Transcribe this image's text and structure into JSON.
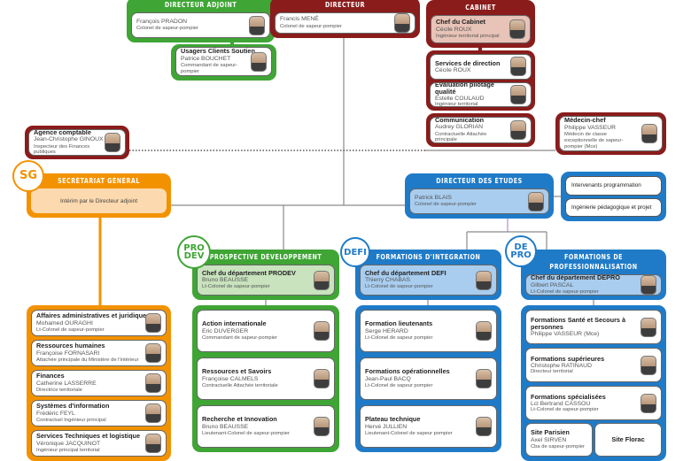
{
  "directeur_adjoint": {
    "header": "DIRECTEUR ADJOINT",
    "card": {
      "name": "François PRADON",
      "role": "Colonel de sapeur-pompier"
    }
  },
  "directeur": {
    "header": "DIRECTEUR",
    "card": {
      "name": "Francis MENÉ",
      "role": "Colonel de sapeur-pompier"
    }
  },
  "usagers": {
    "card": {
      "title": "Usagers Clients Soutien",
      "name": "Patrice BOUCHET",
      "role": "Commandant de sapeur-pompier"
    }
  },
  "cabinet": {
    "header": "CABINET",
    "card": {
      "title": "Chef du Cabinet",
      "name": "Cécile ROUX",
      "role": "Ingénieur territorial principal"
    }
  },
  "direction_services": {
    "cards": [
      {
        "title": "Services de direction",
        "name": "Cécile ROUX"
      },
      {
        "title": "Évaluation pilotage qualité",
        "name": "Estelle COULAUD",
        "role": "Ingénieur territorial"
      }
    ]
  },
  "communication": {
    "card": {
      "title": "Communication",
      "name": "Audrey GLORIAN",
      "role": "Contractuelle Attachée principale"
    }
  },
  "medecin": {
    "card": {
      "title": "Médecin-chef",
      "name": "Philippe VASSEUR",
      "role": "Médecin de classe exceptionnelle de sapeur-pompier (Mce)"
    }
  },
  "agence": {
    "card": {
      "title": "Agence comptable",
      "name": "Jean-Christophe GINOUX",
      "role": "Inspecteur des Finances publiques"
    }
  },
  "sg": {
    "badge": "SG",
    "header": "SECRÉTARIAT GÉNÉRAL",
    "note": "Intérim par le Directeur adjoint",
    "cards": [
      {
        "title": "Affaires administratives et juridiques",
        "name": "Mohamed OURAGHI",
        "role": "Lt-Colonel de sapeur-pompier"
      },
      {
        "title": "Ressources humaines",
        "name": "Françoise FORNASARI",
        "role": "Attachée principale du Ministère de l'intérieur"
      },
      {
        "title": "Finances",
        "name": "Catherine LASSERRE",
        "role": "Directrice territoriale"
      },
      {
        "title": "Systèmes d'information",
        "name": "Frédéric FEYL",
        "role": "Contractuel Ingénieur principal"
      },
      {
        "title": "Services Techniques et logistique",
        "name": "Véronique JACQUINOT",
        "role": "Ingénieur principal territorial"
      }
    ]
  },
  "etudes": {
    "header": "DIRECTEUR DES ÉTUDES",
    "card": {
      "name": "Patrick BLAIS",
      "role": "Colonel de sapeur-pompier"
    },
    "side_items": [
      "Intervenants programmation",
      "Ingénierie pédagogique et projet"
    ]
  },
  "prodev": {
    "badge": "PRO DEV",
    "header": "PROSPECTIVE DÉVELOPPEMENT",
    "card": {
      "title": "Chef du département PRODEV",
      "name": "Bruno BEAUSSE",
      "role": "Lt-Colonel de sapeur-pompier"
    },
    "cards": [
      {
        "title": "Action internationale",
        "name": "Eric DUVERGER",
        "role": "Commandant de sapeur-pompier"
      },
      {
        "title": "Ressources et Savoirs",
        "name": "Françoise CALMELS",
        "role": "Contractuelle Attachée territoriale"
      },
      {
        "title": "Recherche et Innovation",
        "name": "Bruno BEAUSSE",
        "role": "Lieutenant-Colonel de sapeur-pompier"
      }
    ]
  },
  "defi": {
    "badge": "DEFI",
    "header": "FORMATIONS D'INTEGRATION",
    "card": {
      "title": "Chef du département DEFI",
      "name": "Thierry CHABAS",
      "role": "Lt-Colonel de sapeur-pompier"
    },
    "cards": [
      {
        "title": "Formation lieutenants",
        "name": "Serge HERARD",
        "role": "Lt-Colonel de sapeur pompier"
      },
      {
        "title": "Formations opérationnelles",
        "name": "Jean-Paul BACQ",
        "role": "Lt-Colonel de sapeur pompier"
      },
      {
        "title": "Plateau technique",
        "name": "Hervé JULLIEN",
        "role": "Lieutenant-Colonel de sapeur pompier"
      }
    ]
  },
  "depro": {
    "badge": "DE PRO",
    "header": "FORMATIONS DE PROFESSIONNALISATION",
    "card": {
      "title": "Chef du département DEPRO",
      "name": "Gilbert PASCAL",
      "role": "Lt-Colonel de sapeur-pompier"
    },
    "cards": [
      {
        "title": "Formations Santé et Secours à personnes",
        "name": "Philippe VASSEUR (Mce)"
      },
      {
        "title": "Formations supérieures",
        "name": "Christophe RATINAUD",
        "role": "Directeur territorial"
      },
      {
        "title": "Formations spécialisées",
        "name": "Lcl Bertrand CASSOU",
        "role": "Lt-Colonel de sapeur-pompier"
      }
    ],
    "sites": [
      {
        "title": "Site Parisien",
        "name": "Axel SIRVEN",
        "role": "Cba de sapeur-pompier"
      },
      {
        "title": "Site Florac"
      }
    ]
  }
}
